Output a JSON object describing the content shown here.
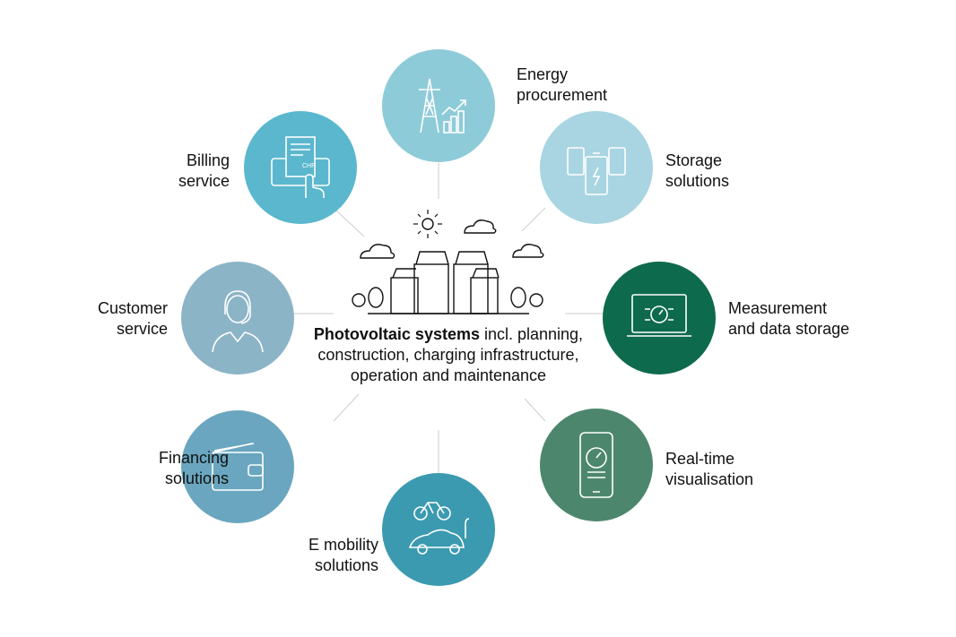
{
  "center": {
    "bold": "Photovoltaic systems",
    "rest": " incl. planning, construction, charging infrastructure, operation and maintenance"
  },
  "nodes": [
    {
      "id": "energy",
      "label": [
        "Energy",
        "procurement"
      ],
      "color": "#8ecbd8",
      "icon": "power-tower-chart-icon"
    },
    {
      "id": "storage",
      "label": [
        "Storage",
        "solutions"
      ],
      "color": "#a8d5e1",
      "icon": "battery-icon"
    },
    {
      "id": "measurement",
      "label": [
        "Measurement",
        "and data storage"
      ],
      "color": "#0e6a4d",
      "icon": "laptop-gauge-icon"
    },
    {
      "id": "realtime",
      "label": [
        "Real-time",
        "visualisation"
      ],
      "color": "#4c876d",
      "icon": "phone-gauge-icon"
    },
    {
      "id": "emobility",
      "label": [
        "E mobility",
        "solutions"
      ],
      "color": "#3b9ab0",
      "icon": "ebike-car-icon"
    },
    {
      "id": "financing",
      "label": [
        "Financing",
        "solutions"
      ],
      "color": "#6aa6bf",
      "icon": "wallet-icon"
    },
    {
      "id": "customer",
      "label": [
        "Customer",
        "service"
      ],
      "color": "#8cb4c7",
      "icon": "headset-agent-icon"
    },
    {
      "id": "billing",
      "label": [
        "Billing",
        "service"
      ],
      "color": "#5bb7ce",
      "icon": "invoice-hand-icon"
    }
  ],
  "billing_icon_text": "CHF"
}
